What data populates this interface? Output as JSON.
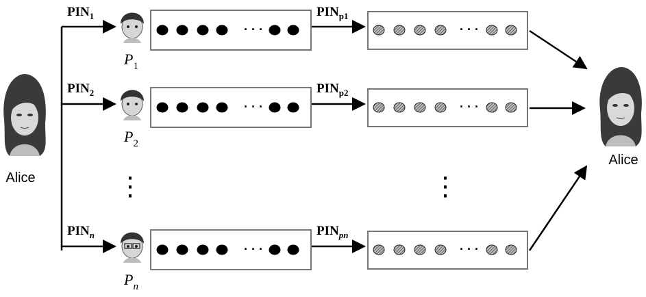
{
  "people": {
    "sender_label": "Alice",
    "receiver_label": "Alice"
  },
  "rows": [
    {
      "pin_main": "PIN",
      "pin_sub": "1",
      "pinp_main": "PIN",
      "pinp_sub": "p1",
      "participant_main": "P",
      "participant_sub": "1",
      "avatar": "boy-avatar-icon"
    },
    {
      "pin_main": "PIN",
      "pin_sub": "2",
      "pinp_main": "PIN",
      "pinp_sub": "p2",
      "participant_main": "P",
      "participant_sub": "2",
      "avatar": "dark-hair-boy-avatar-icon"
    },
    {
      "pin_main": "PIN",
      "pin_sub": "n",
      "pinp_main": "PIN",
      "pinp_sub": "pn",
      "participant_main": "P",
      "participant_sub": "n",
      "avatar": "glasses-boy-avatar-icon"
    }
  ],
  "sequence": {
    "ellipsis": "· · ·",
    "vertical_ellipsis": "⋮"
  }
}
